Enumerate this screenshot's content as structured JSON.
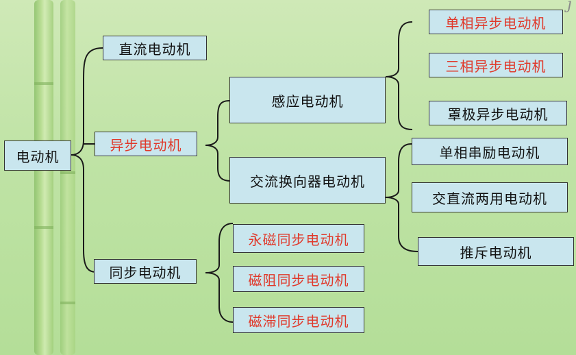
{
  "diagram": {
    "corner_mark": "j",
    "root": {
      "label": "电动机"
    },
    "level1": {
      "dc": {
        "label": "直流电动机"
      },
      "async": {
        "label": "异步电动机"
      },
      "sync": {
        "label": "同步电动机"
      }
    },
    "async_children": {
      "induction": {
        "label": "感应电动机"
      },
      "commutator": {
        "label": "交流换向器电动机"
      }
    },
    "induction_children": [
      {
        "label": "单相异步电动机",
        "highlight": true
      },
      {
        "label": "三相异步电动机",
        "highlight": true
      },
      {
        "label": "罩极异步电动机",
        "highlight": false
      }
    ],
    "commutator_children": [
      {
        "label": "单相串励电动机"
      },
      {
        "label": "交直流两用电动机"
      },
      {
        "label": "推斥电动机"
      }
    ],
    "sync_children": [
      {
        "label": "永磁同步电动机",
        "highlight": true
      },
      {
        "label": "磁阻同步电动机",
        "highlight": true
      },
      {
        "label": "磁滞同步电动机",
        "highlight": true
      }
    ],
    "colors": {
      "highlight_text": "#e0392b",
      "box_fill": "#c9e6ee",
      "background": "#bfe3a5"
    }
  }
}
